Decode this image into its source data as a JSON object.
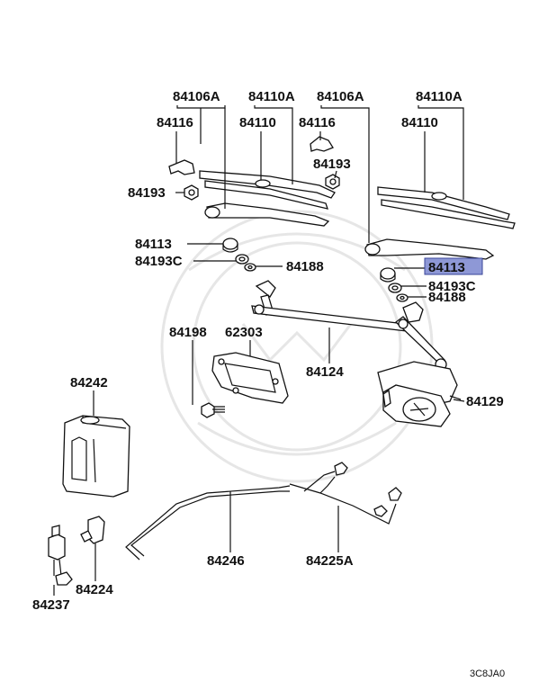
{
  "diagram": {
    "labels": {
      "p84106A_1": "84106A",
      "p84110A_1": "84110A",
      "p84106A_2": "84106A",
      "p84110A_2": "84110A",
      "p84116_1": "84116",
      "p84110_1": "84110",
      "p84116_2": "84116",
      "p84110_2": "84110",
      "p84193_1": "84193",
      "p84193_2": "84193",
      "p84113_1": "84113",
      "p84193C_1": "84193C",
      "p84188_1": "84188",
      "p84113_2": "84113",
      "p84193C_2": "84193C",
      "p84188_2": "84188",
      "p84198": "84198",
      "p62303": "62303",
      "p84124": "84124",
      "p84129": "84129",
      "p84242": "84242",
      "p84246": "84246",
      "p84225A": "84225A",
      "p84224": "84224",
      "p84237": "84237"
    },
    "highlighted_part": "84113",
    "code": "3C8JA0",
    "highlight_color": "#8e98d6"
  }
}
